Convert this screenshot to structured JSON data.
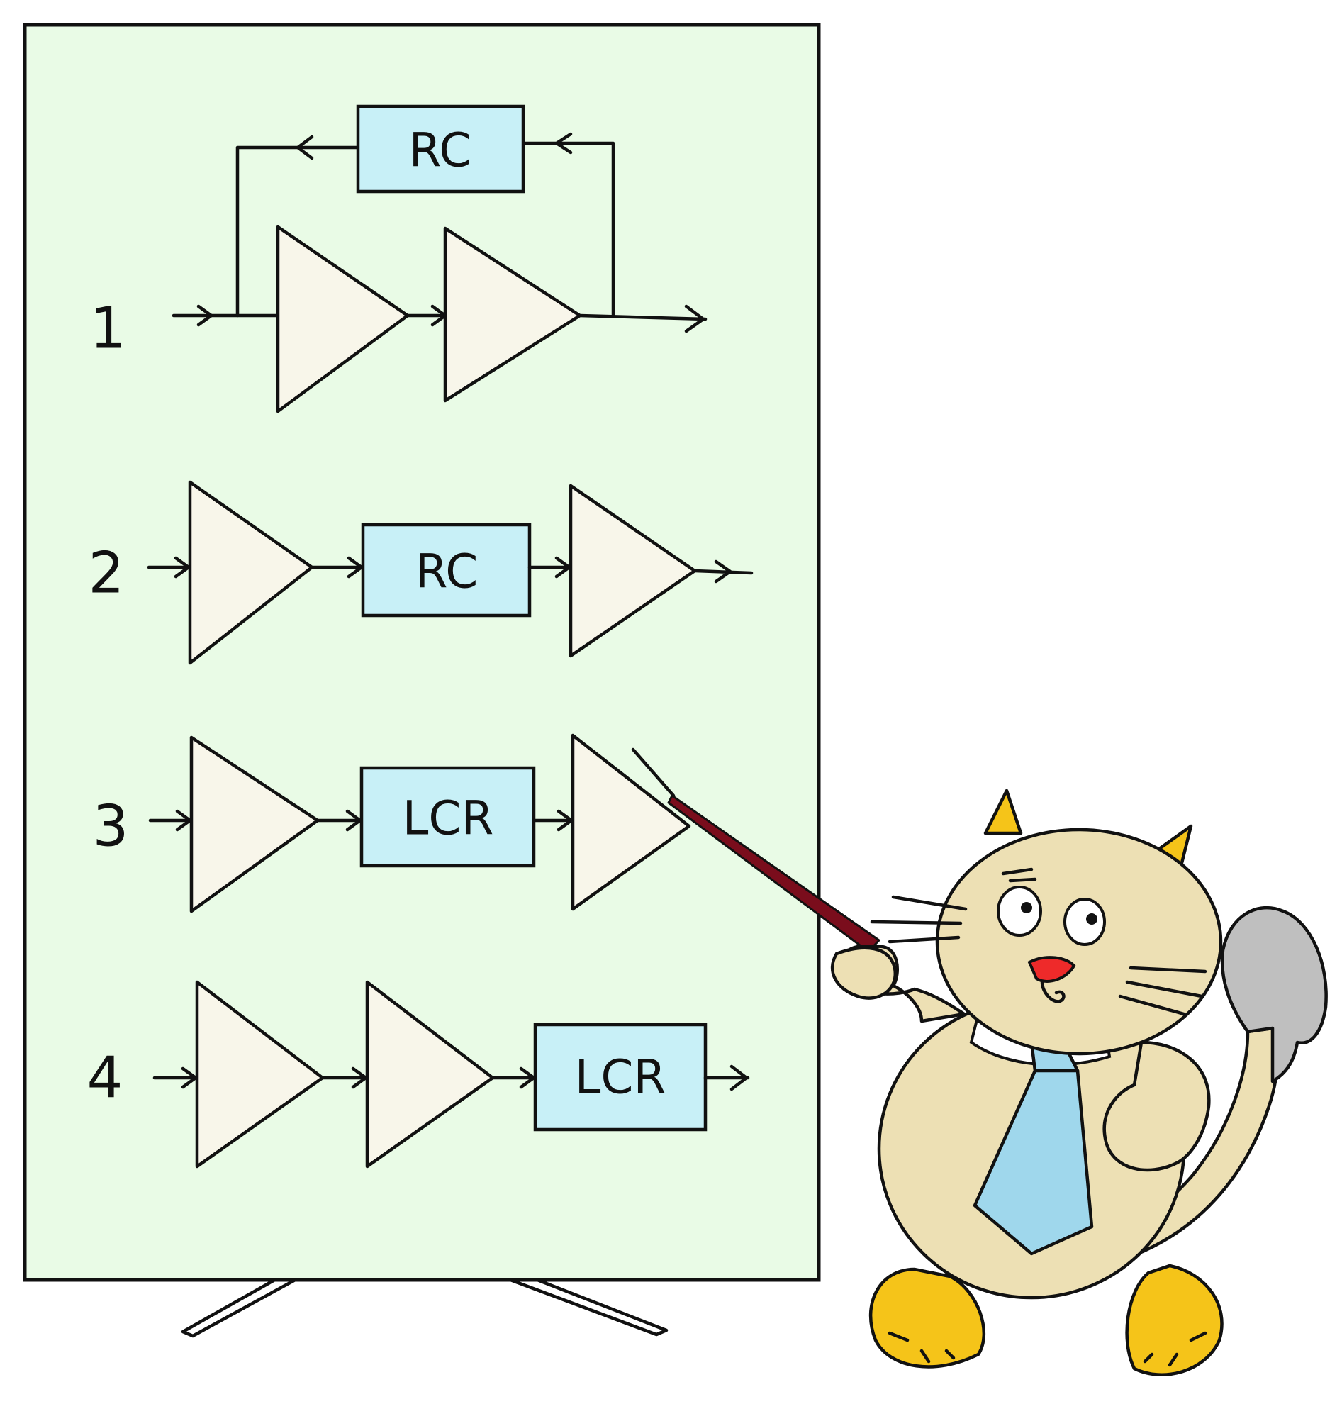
{
  "colors": {
    "board": "#e9fbe6",
    "filter_box": "#c8f0f7",
    "amplifier": "#f8f6ea",
    "cat_body": "#ede0b4",
    "cat_ears_feet": "#f5c419",
    "tie": "#9fd7ec",
    "tail_tip": "#bfbfbf",
    "pointer": "#7a0d1c",
    "nose": "#ee2a2a"
  },
  "diagram": {
    "rows": [
      {
        "number": "1",
        "filter_label": "RC"
      },
      {
        "number": "2",
        "filter_label": "RC"
      },
      {
        "number": "3",
        "filter_label": "LCR"
      },
      {
        "number": "4",
        "filter_label": "LCR"
      }
    ]
  },
  "illustration": {
    "character": "cat-presenter",
    "icons": [
      "board-stand-icon",
      "pointer-stick-icon",
      "necktie-icon"
    ]
  }
}
